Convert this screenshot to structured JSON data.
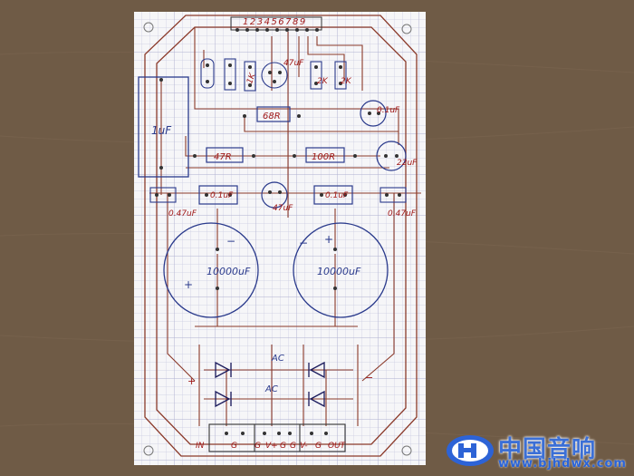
{
  "board": {
    "pin_header": "123456789",
    "parts": {
      "cap_1uf": "1uF",
      "res_68r": "68R",
      "res_47r": "47R",
      "res_100r": "100R",
      "res_1k": "1K",
      "res_2k_a": "2K",
      "res_2k_b": "2K",
      "cap_47uf_top": "47uF",
      "cap_47uf_mid": "47uF",
      "cap_01uf_right_top": "0.1uF",
      "cap_22uf": "22uF",
      "cap_01uf_left": "0.1uF",
      "cap_01uf_right": "0.1uF",
      "cap_047uf_left": "0.47uF",
      "cap_047uf_right": "0.47uF",
      "cap_10000uf_left": "10000uF",
      "cap_10000uf_right": "10000uF",
      "ac_top": "AC",
      "ac_bottom": "AC"
    },
    "terminals": [
      "IN",
      "G",
      "G",
      "V+",
      "G",
      "G",
      "V-",
      "G",
      "OUT"
    ]
  },
  "watermark": {
    "brand_cn": "中国音响",
    "url": "www.bjhdwx.com",
    "logo": "hd-logo-icon"
  }
}
